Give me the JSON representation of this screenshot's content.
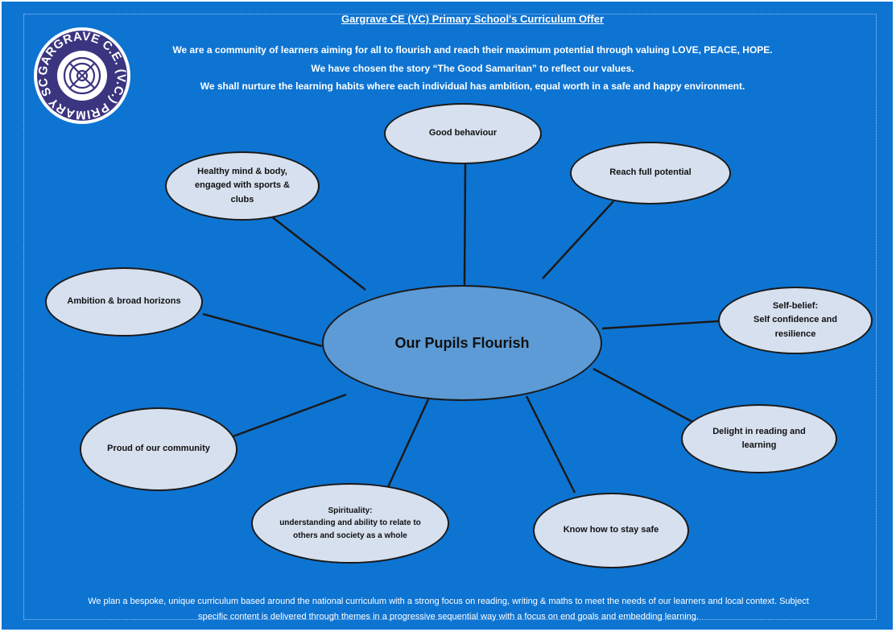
{
  "header": {
    "title": "Gargrave CE (VC) Primary School's Curriculum Offer",
    "mission_lines": [
      "We are a community of learners aiming for all to flourish and reach their maximum potential through valuing  LOVE, PEACE, HOPE.",
      "We have chosen the story “The Good Samaritan” to reflect our values.",
      "We shall nurture the learning habits where each individual has ambition, equal worth in a safe and happy environment."
    ]
  },
  "logo": {
    "text": "GARGRAVE C.E. (V.C.) PRIMARY SCHOOL"
  },
  "center": {
    "label": "Our Pupils Flourish"
  },
  "bubbles": [
    "Good behaviour",
    "Reach full potential",
    "Self-belief:\nSelf confidence and resilience",
    "Delight in reading and learning",
    "Know how to stay safe",
    "Spirituality:\nunderstanding and ability to relate to others and society as a whole",
    "Proud of our community",
    "Ambition & broad horizons",
    "Healthy mind & body, engaged with sports & clubs"
  ],
  "footer": {
    "lines": [
      "We plan a bespoke, unique curriculum based around the national curriculum with a strong focus on reading, writing & maths to meet the needs of our learners and local context.  Subject",
      "specific content is delivered through themes in a progressive sequential way with a focus on end goals and embedding learning."
    ]
  },
  "colors": {
    "background": "#0e74d2",
    "bubble_fill": "#d6e0ef",
    "center_fill": "#5c9bd6",
    "outline": "#1a1a1a",
    "logo_ring": "#3b3580"
  }
}
